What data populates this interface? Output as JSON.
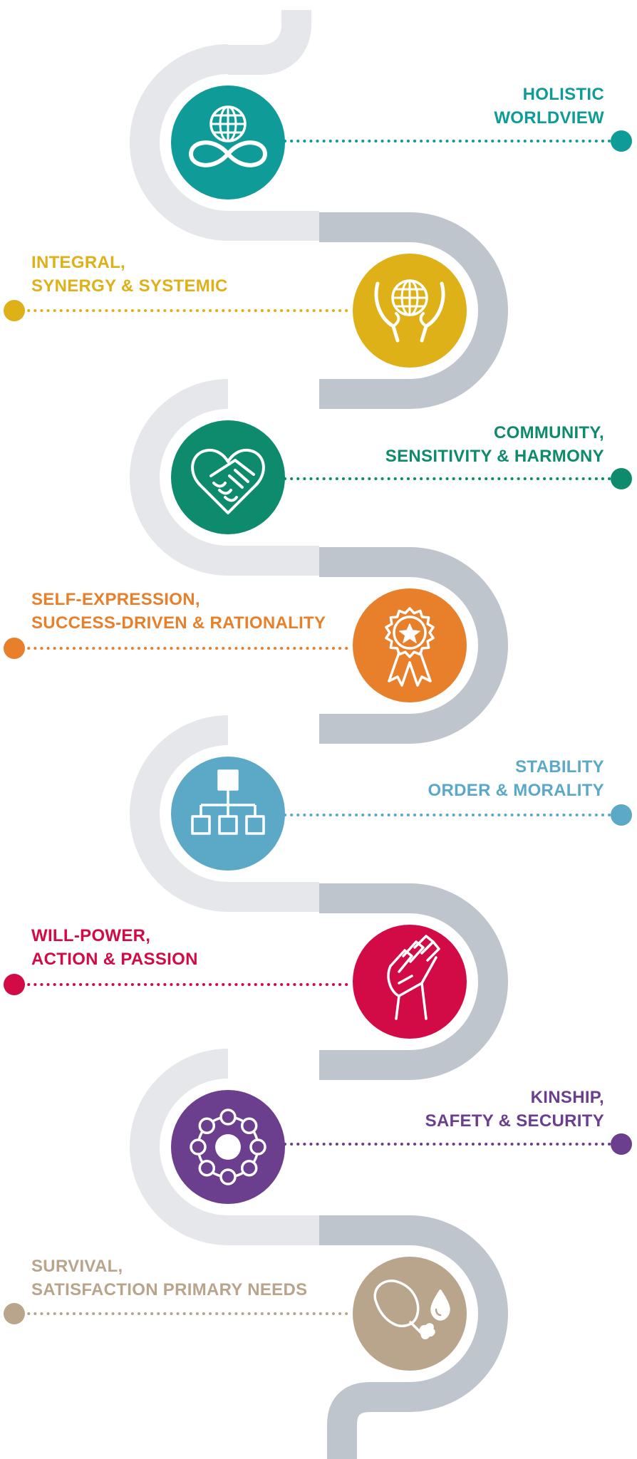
{
  "stages": [
    {
      "line1": "HOLISTIC",
      "line2": "WORLDVIEW",
      "color": "#0f9c99",
      "icon": "globe-infinity-icon",
      "side": "right"
    },
    {
      "line1": "INTEGRAL,",
      "line2": "SYNERGY & SYSTEMIC",
      "color": "#dfb118",
      "icon": "globe-hands-icon",
      "side": "left"
    },
    {
      "line1": "COMMUNITY,",
      "line2": "SENSITIVITY & HARMONY",
      "color": "#0e8a6c",
      "icon": "handshake-heart-icon",
      "side": "right"
    },
    {
      "line1": "SELF-EXPRESSION,",
      "line2": "SUCCESS-DRIVEN & RATIONALITY",
      "color": "#e8802b",
      "icon": "award-rosette-icon",
      "side": "left"
    },
    {
      "line1": "STABILITY",
      "line2": "ORDER & MORALITY",
      "color": "#5ba9c7",
      "icon": "hierarchy-icon",
      "side": "right"
    },
    {
      "line1": "WILL-POWER,",
      "line2": "ACTION & PASSION",
      "color": "#d20a46",
      "icon": "raised-fist-icon",
      "side": "left"
    },
    {
      "line1": "KINSHIP,",
      "line2": "SAFETY & SECURITY",
      "color": "#6b3f8e",
      "icon": "circle-of-people-icon",
      "side": "right"
    },
    {
      "line1": "SURVIVAL,",
      "line2": "SATISFACTION PRIMARY NEEDS",
      "color": "#b9a48c",
      "icon": "food-water-icon",
      "side": "left"
    }
  ],
  "path_colors": {
    "light": "#e6e7ea",
    "dark": "#bfc5cc"
  }
}
